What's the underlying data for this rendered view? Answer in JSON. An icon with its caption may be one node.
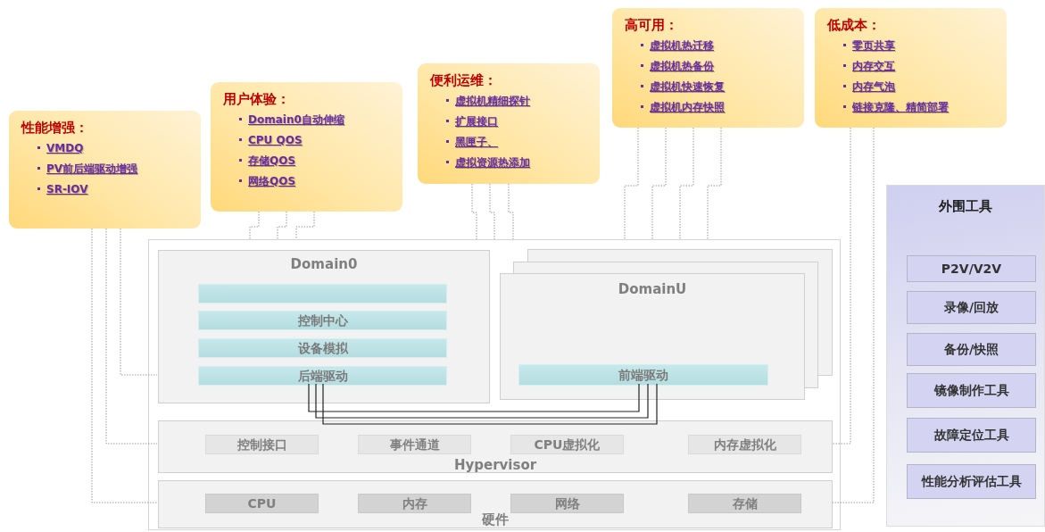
{
  "diagram": {
    "nodes": [
      {
        "text": [
          "性能增强：",
          "VMDQ",
          "PV前后端驱动增强",
          "SR-IOV"
        ]
      },
      {
        "text": [
          "用户体验：",
          "Domain0自动伸缩",
          "CPU QOS",
          "存储QOS",
          "网络QOS"
        ]
      },
      {
        "text": [
          "便利运维：",
          "虚拟机精细探针",
          "扩展接口",
          "黑匣子、",
          "虚拟资源热添加"
        ]
      },
      {
        "text": [
          "高可用：",
          "虚拟机热迁移",
          "虚拟机热备份",
          "虚拟机快速恢复",
          "虚拟机内存快照"
        ]
      },
      {
        "text": [
          "低成本：",
          "零页共享",
          "内存交互",
          "内存气泡",
          "链接克隆、精简部署"
        ]
      },
      {
        "text": [],
        "shape": "box"
      },
      {
        "text": [
          "Domain0"
        ],
        "in": 5
      },
      {
        "text": [],
        "shape": "bar",
        "in": 6
      },
      {
        "text": [
          "控制中心"
        ],
        "in": 6
      },
      {
        "text": [
          "设备模拟"
        ],
        "in": 6
      },
      {
        "text": [
          "后端驱动"
        ],
        "in": 6
      },
      {
        "text": [
          "DomainU"
        ],
        "in": 5
      },
      {
        "text": [
          "前端驱动"
        ],
        "in": 11
      },
      {
        "text": [
          "Hypervisor"
        ],
        "in": 5
      },
      {
        "text": [
          "控制接口"
        ],
        "in": 13
      },
      {
        "text": [
          "事件通道"
        ],
        "in": 13
      },
      {
        "text": [
          "CPU虚拟化"
        ],
        "in": 13
      },
      {
        "text": [
          "内存虚拟化"
        ],
        "in": 13
      },
      {
        "text": [
          "硬件"
        ],
        "in": 5
      },
      {
        "text": [
          "CPU"
        ],
        "in": 18
      },
      {
        "text": [
          "内存"
        ],
        "in": 18
      },
      {
        "text": [
          "网络"
        ],
        "in": 18
      },
      {
        "text": [
          "存储"
        ],
        "in": 18
      },
      {
        "text": [
          "外围工具"
        ]
      },
      {
        "text": [
          "P2V/V2V"
        ],
        "in": 23
      },
      {
        "text": [
          "录像/回放"
        ],
        "in": 23
      },
      {
        "text": [
          "备份/快照"
        ],
        "in": 23
      },
      {
        "text": [
          "镜像制作工具"
        ],
        "in": 23
      },
      {
        "text": [
          "故障定位工具"
        ],
        "in": 23
      },
      {
        "text": [
          "性能分析评估工具"
        ],
        "in": 23
      }
    ],
    "edges": [
      {
        "from": 0,
        "to": 6,
        "arrow": "none",
        "style": "dashed"
      },
      {
        "from": 0,
        "to": 13,
        "arrow": "none",
        "style": "dashed"
      },
      {
        "from": 0,
        "to": 18,
        "arrow": "none",
        "style": "dashed"
      },
      {
        "from": 1,
        "to": 5,
        "arrow": "none",
        "style": "dashed"
      },
      {
        "from": 1,
        "to": 5,
        "arrow": "none",
        "style": "dashed"
      },
      {
        "from": 1,
        "to": 5,
        "arrow": "none",
        "style": "dashed"
      },
      {
        "from": 2,
        "to": 5,
        "arrow": "none",
        "style": "dashed"
      },
      {
        "from": 2,
        "to": 5,
        "arrow": "none",
        "style": "dashed"
      },
      {
        "from": 2,
        "to": 5,
        "arrow": "none",
        "style": "dashed"
      },
      {
        "from": 3,
        "to": 5,
        "arrow": "none",
        "style": "dashed"
      },
      {
        "from": 3,
        "to": 5,
        "arrow": "none",
        "style": "dashed"
      },
      {
        "from": 3,
        "to": 5,
        "arrow": "none",
        "style": "dashed"
      },
      {
        "from": 3,
        "to": 5,
        "arrow": "none",
        "style": "dashed"
      },
      {
        "from": 4,
        "to": 13,
        "arrow": "none",
        "style": "dashed"
      },
      {
        "from": 4,
        "to": 18,
        "arrow": "none",
        "style": "dashed"
      },
      {
        "from": 10,
        "to": 12,
        "arrow": "none",
        "color": "#222222"
      },
      {
        "from": 10,
        "to": 12,
        "arrow": "none",
        "color": "#222222"
      },
      {
        "from": 10,
        "to": 12,
        "arrow": "none",
        "color": "#222222"
      }
    ]
  }
}
